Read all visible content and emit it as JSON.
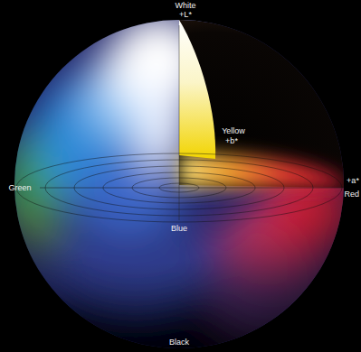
{
  "diagram": {
    "labels": [
      "White",
      "+L*",
      "Yellow",
      "+b*",
      "Green",
      "+a*",
      "Red",
      "Blue",
      "Black"
    ]
  }
}
